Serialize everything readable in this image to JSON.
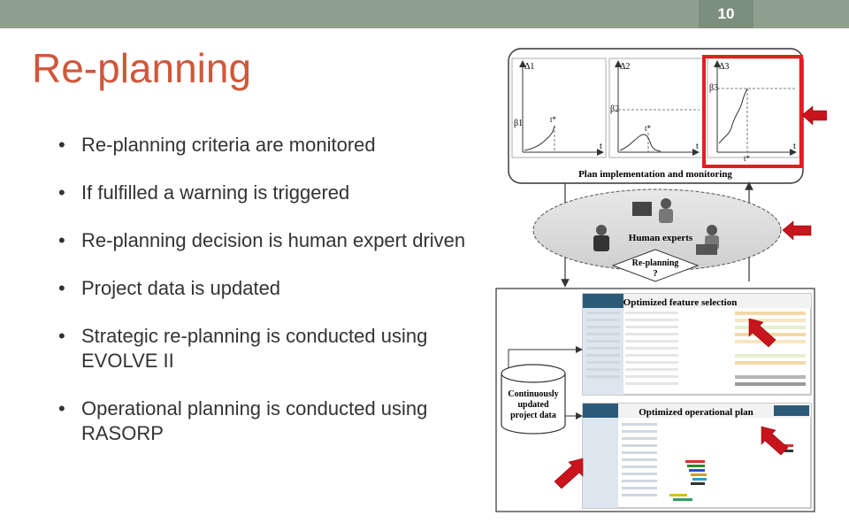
{
  "slide": {
    "number": "10",
    "title": "Re-planning",
    "bullets": [
      "Re-planning criteria are monitored",
      "If fulfilled a warning is triggered",
      "Re-planning decision is human expert driven",
      "Project data is updated",
      "Strategic re-planning is conducted using EVOLVE II",
      "Operational planning is conducted using RASORP"
    ]
  },
  "figure": {
    "monitoring_label": "Plan implementation and monitoring",
    "experts_label": "Human experts",
    "replanning_label": "Re-planning",
    "question_mark": "?",
    "feature_panel_label": "Optimized feature selection",
    "operational_panel_label": "Optimized operational plan",
    "database_label_line1": "Continuously",
    "database_label_line2": "updated",
    "database_label_line3": "project data",
    "graph1": {
      "y_label": "Δ1",
      "beta_label": "β1",
      "t_star": "t*",
      "t_label": "t"
    },
    "graph2": {
      "y_label": "Δ2",
      "beta_label": "β2",
      "t_star": "t*",
      "t_label": "t"
    },
    "graph3": {
      "y_label": "Δ3",
      "beta_label": "β3",
      "t_star": "t*",
      "t_label": "t"
    }
  },
  "colors": {
    "title": "#d0573a",
    "topbar": "#8fa08f",
    "highlight": "#e02020",
    "arrow": "#c8141c"
  }
}
